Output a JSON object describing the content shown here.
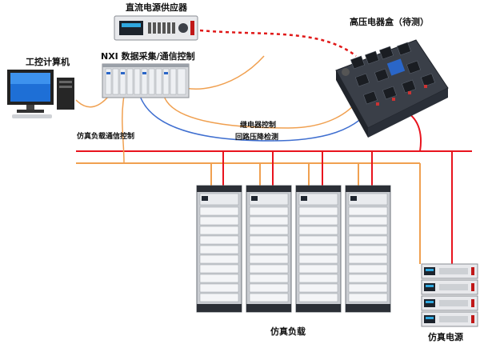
{
  "labels": {
    "dc_supply": "直流电源供应器",
    "high_voltage_box": "高压电器盒（待测）",
    "industrial_pc": "工控计算机",
    "daq": "NXI 数据采集/通信控制",
    "relay_control": "继电器控制",
    "loop_detection": "回路压降检测",
    "load_comm": "仿真负载通信控制",
    "sim_load": "仿真负载",
    "sim_power": "仿真电源"
  },
  "colors": {
    "orange": "#f0a050",
    "red": "#e8141e",
    "blue": "#3f6fd0",
    "dashed_red": "#e01818",
    "rack": "#c9ccd1",
    "box": "#2a2f38",
    "relay_blue": "#2a66c8"
  },
  "icons": {
    "pc": "desktop-pc-icon",
    "supply": "dc-power-supply-icon",
    "box": "high-voltage-box-icon",
    "daq": "daq-chassis-icon",
    "rack": "load-rack-icon",
    "power": "sim-power-stack-icon"
  }
}
